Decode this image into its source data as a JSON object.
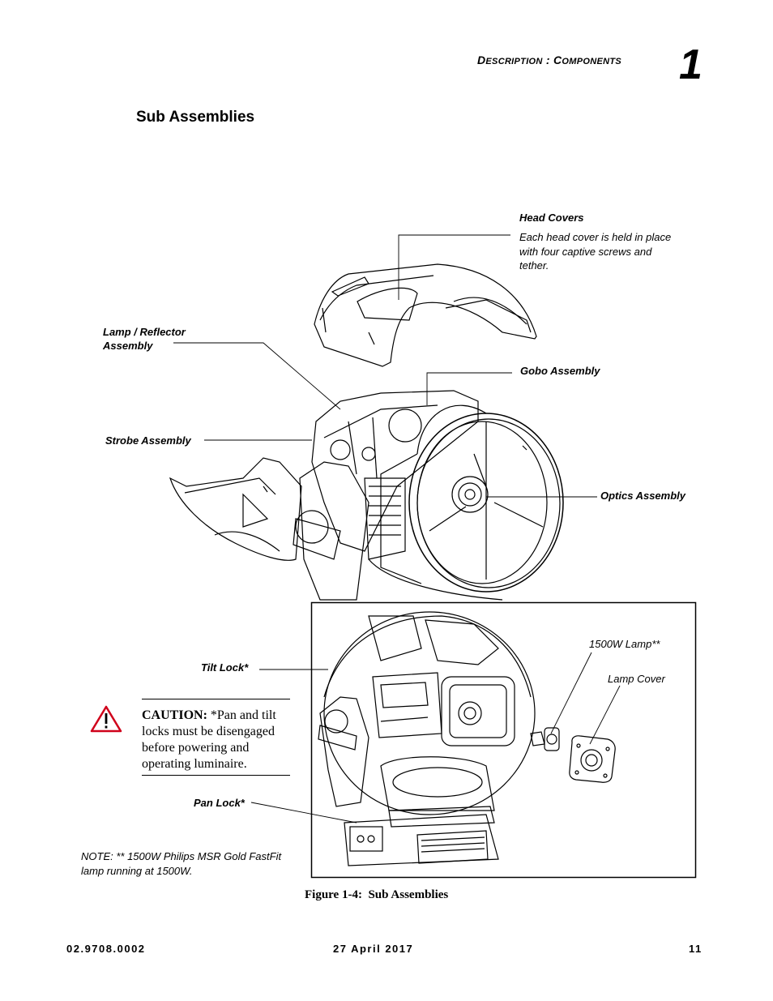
{
  "header": {
    "section_first": "D",
    "section_first_rest": "ESCRIPTION",
    "section_sep": " : ",
    "section_second": "C",
    "section_second_rest": "OMPONENTS",
    "chapter_number": "1"
  },
  "page_title": "Sub Assemblies",
  "labels": {
    "head_covers": "Head Covers",
    "head_covers_note_line1": "Each head cover is held in place",
    "head_covers_note_line2": "with four captive screws and",
    "head_covers_note_line3": "tether.",
    "lamp_reflector_line1": "Lamp / Reflector",
    "lamp_reflector_line2": "Assembly",
    "gobo_assembly": "Gobo Assembly",
    "strobe_assembly": "Strobe Assembly",
    "optics_assembly": "Optics Assembly",
    "lamp_1500w": "1500W Lamp**",
    "lamp_cover": "Lamp Cover",
    "tilt_lock": "Tilt Lock*",
    "pan_lock": "Pan Lock*"
  },
  "caution": {
    "label": "CAUTION:",
    "text": " *Pan and tilt locks must be disengaged before powering and operating luminaire."
  },
  "note": {
    "line1": "NOTE: ** 1500W Philips MSR Gold FastFit",
    "line2": "lamp running at 1500W."
  },
  "figure_caption": "Figure 1-4:  Sub Assemblies",
  "footer": {
    "doc_number": "02.9708.0002",
    "date": "27 April 2017",
    "page_number": "11"
  },
  "colors": {
    "caution_red": "#d0021b",
    "line": "#000000"
  }
}
